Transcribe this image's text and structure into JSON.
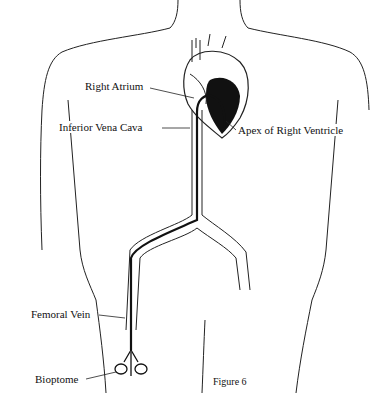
{
  "diagram": {
    "caption": "Figure 6",
    "labels": [
      "Right Atrium",
      "Inferior Vena Cava",
      "Apex of Right Ventricle",
      "Femoral Vein",
      "Bioptome"
    ]
  }
}
